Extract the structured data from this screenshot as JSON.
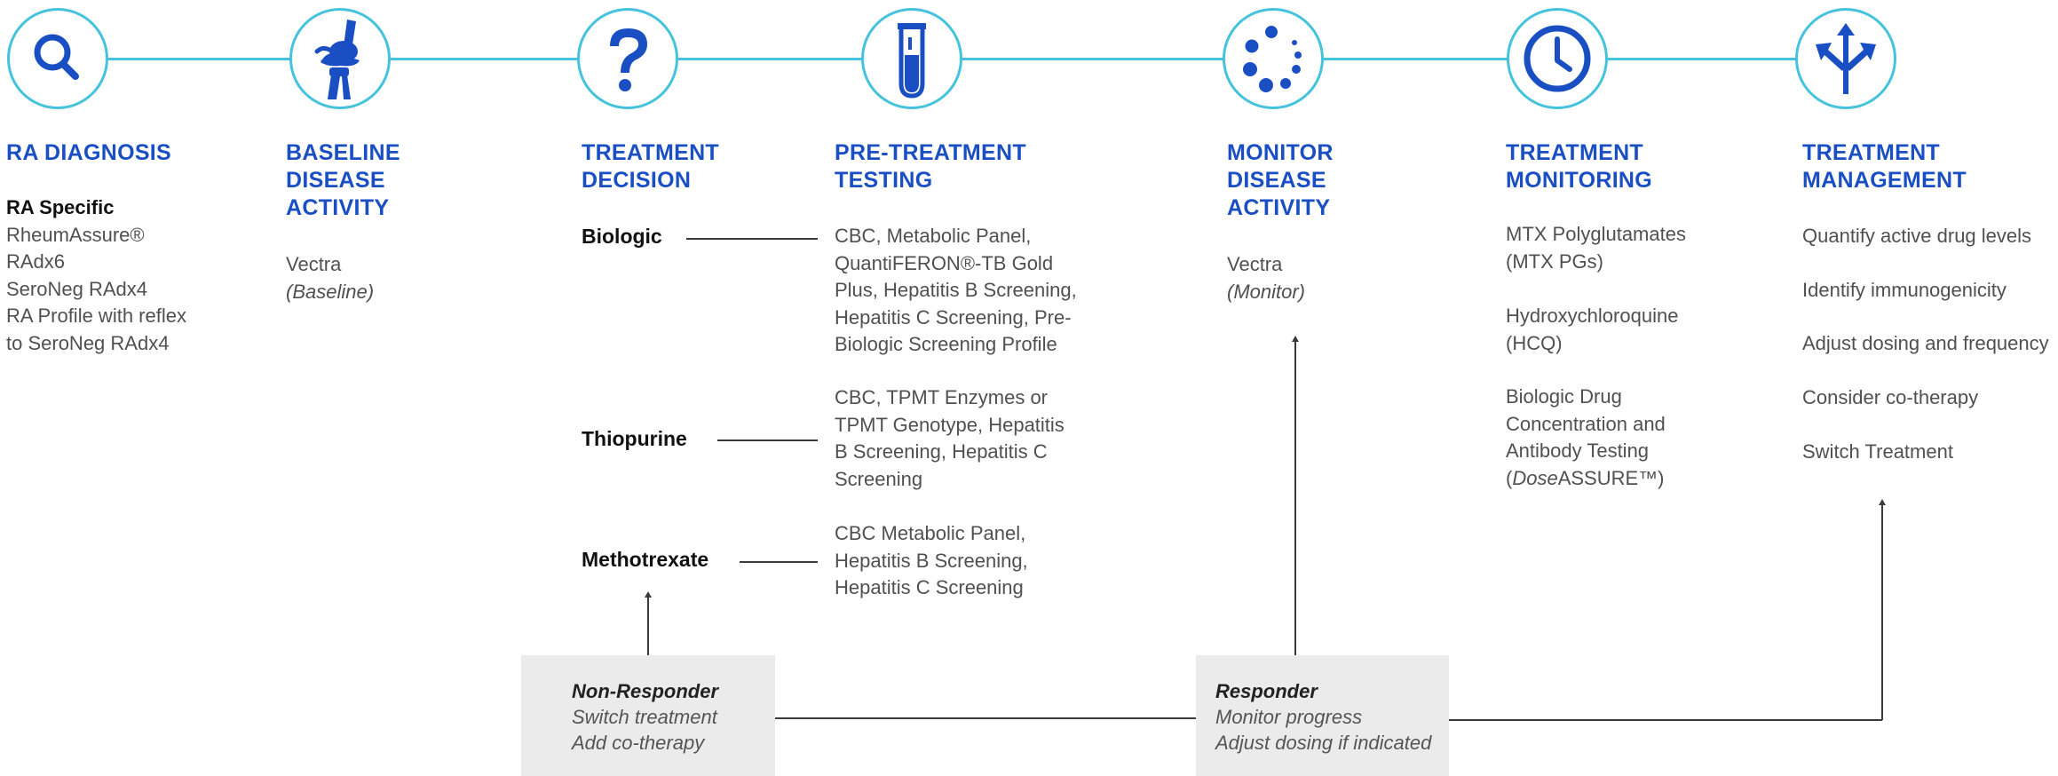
{
  "colors": {
    "accent": "#1a4fc4",
    "line": "#46c3dc",
    "box": "#ebebeb"
  },
  "steps": [
    {
      "icon": "search-icon",
      "title": [
        "RA DIAGNOSIS"
      ]
    },
    {
      "icon": "joint-bone-icon",
      "title": [
        "BASELINE",
        "DISEASE",
        "ACTIVITY"
      ]
    },
    {
      "icon": "question-icon",
      "title": [
        "TREATMENT",
        "DECISION"
      ]
    },
    {
      "icon": "test-tube-icon",
      "title": [
        "PRE-TREATMENT",
        "TESTING"
      ]
    },
    {
      "icon": "loading-dots-icon",
      "title": [
        "MONITOR",
        "DISEASE",
        "ACTIVITY"
      ]
    },
    {
      "icon": "clock-icon",
      "title": [
        "TREATMENT",
        "MONITORING"
      ]
    },
    {
      "icon": "split-arrows-icon",
      "title": [
        "TREATMENT",
        "MANAGEMENT"
      ]
    }
  ],
  "diagnosis": {
    "heading": "RA Specific",
    "lines": [
      "RheumAssure®",
      "RAdx6",
      "SeroNeg RAdx4",
      "RA Profile with reflex",
      "to SeroNeg RAdx4"
    ]
  },
  "baseline": {
    "line1": "Vectra",
    "line2": "(Baseline)"
  },
  "decisions": [
    {
      "label": "Biologic",
      "tests": [
        "CBC, Metabolic Panel,",
        "QuantiFERON®-TB Gold",
        "Plus, Hepatitis B Screening,",
        "Hepatitis C Screening, Pre-",
        "Biologic Screening Profile"
      ]
    },
    {
      "label": "Thiopurine",
      "tests": [
        "CBC, TPMT Enzymes or",
        "TPMT Genotype, Hepatitis",
        "B Screening, Hepatitis C",
        "Screening"
      ]
    },
    {
      "label": "Methotrexate",
      "tests": [
        "CBC Metabolic Panel,",
        "Hepatitis B Screening,",
        "Hepatitis C Screening"
      ]
    }
  ],
  "monitor": {
    "line1": "Vectra",
    "line2": "(Monitor)"
  },
  "treatment_monitoring": {
    "groups": [
      [
        "MTX Polyglutamates",
        "(MTX PGs)"
      ],
      [
        "Hydroxychloroquine",
        "(HCQ)"
      ],
      [
        "Biologic Drug",
        "Concentration and",
        "Antibody Testing"
      ]
    ],
    "dose_italic": "Dose",
    "dose_rest": "ASSURE™)",
    "dose_open": "("
  },
  "management": [
    "Quantify active drug levels",
    "Identify immunogenicity",
    "Adjust dosing and frequency",
    "Consider co-therapy",
    "Switch Treatment"
  ],
  "non_responder": {
    "heading": "Non-Responder",
    "lines": [
      "Switch treatment",
      "Add co-therapy"
    ]
  },
  "responder": {
    "heading": "Responder",
    "lines": [
      "Monitor progress",
      "Adjust dosing if indicated"
    ]
  }
}
